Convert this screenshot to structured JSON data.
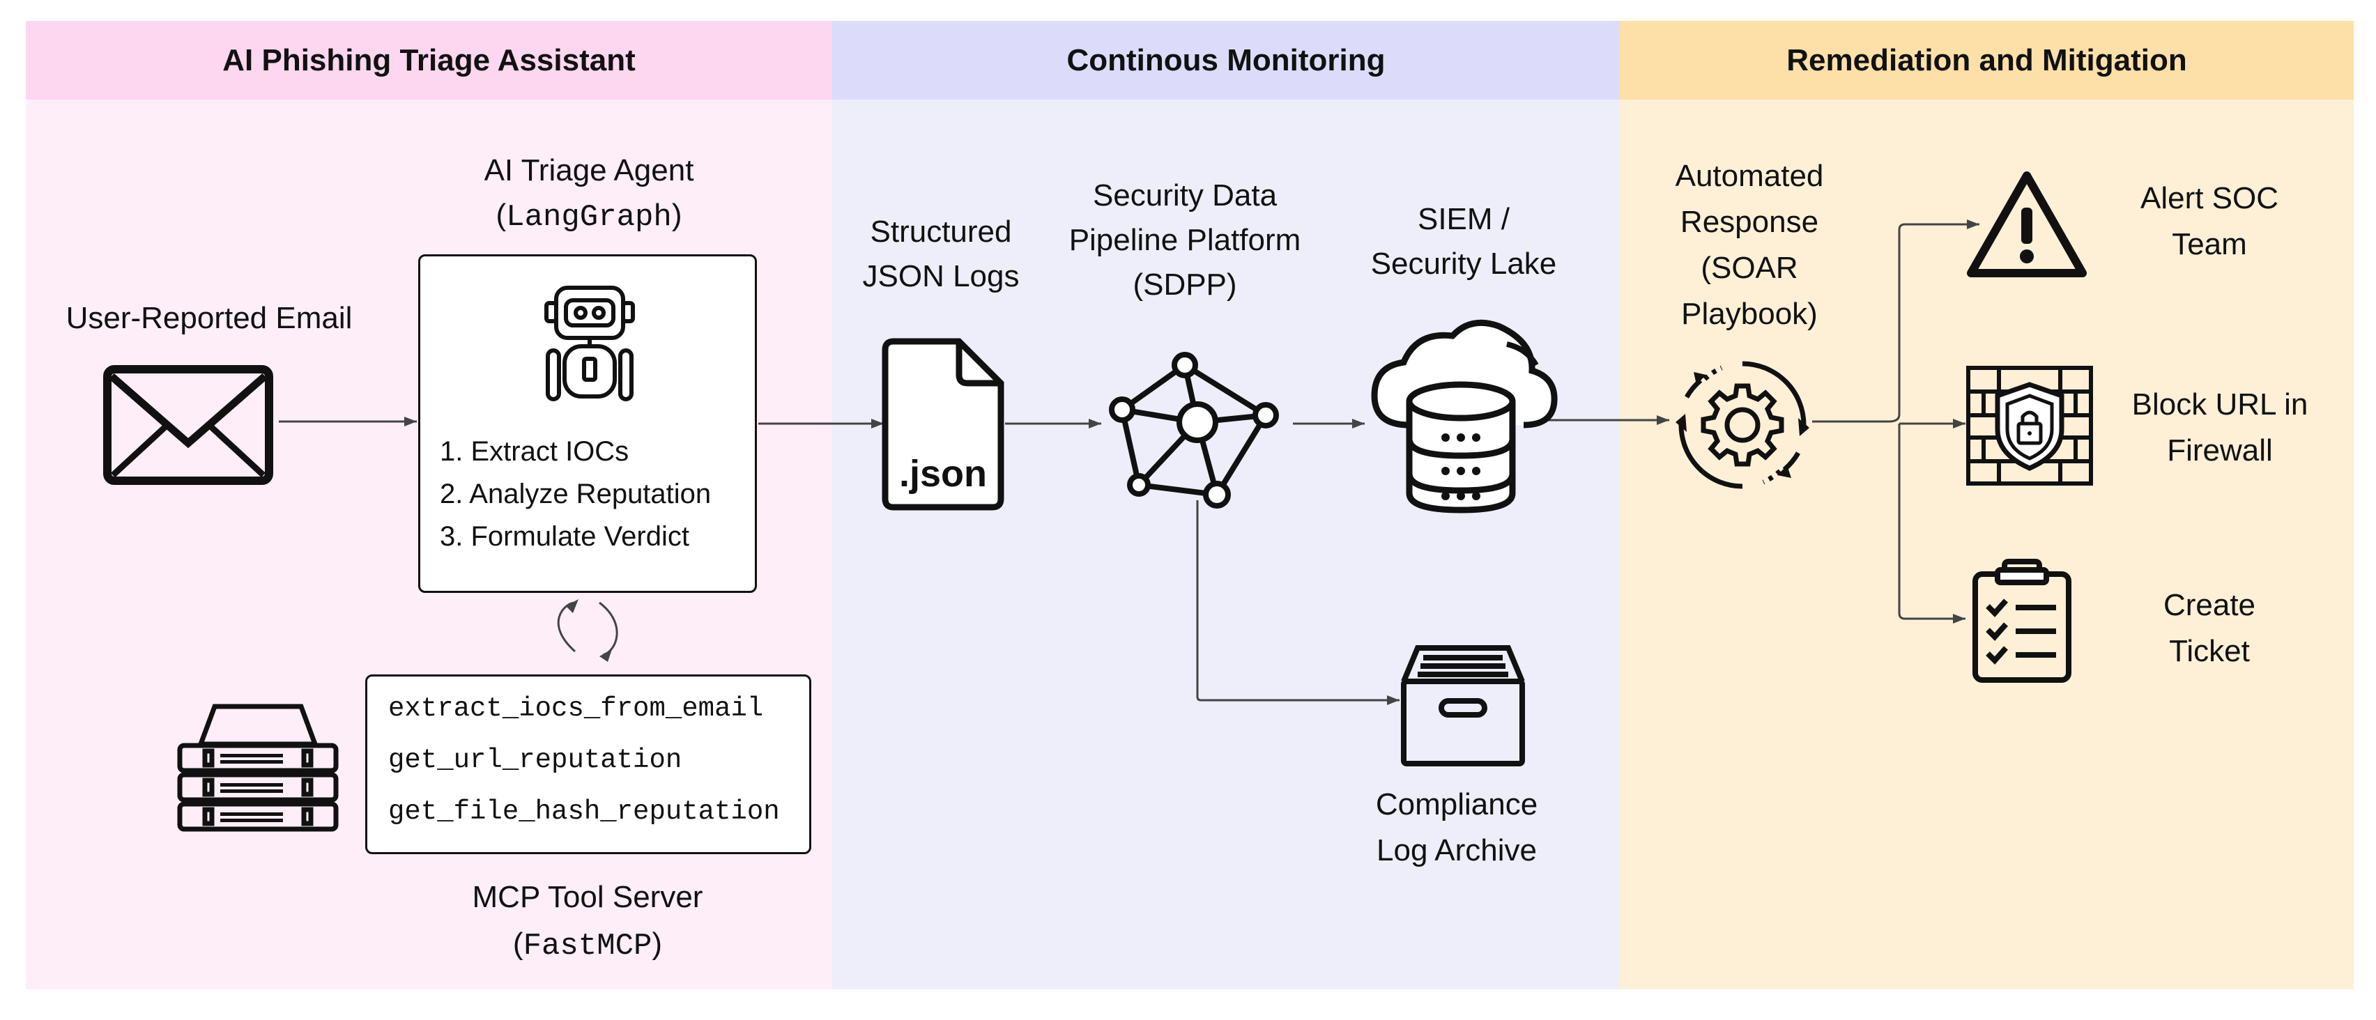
{
  "sections": [
    {
      "title": "AI Phishing Triage Assistant",
      "header_color": "#fdd6f0",
      "body_color": "#fdeef8"
    },
    {
      "title": "Continous Monitoring",
      "header_color": "#dcdcfa",
      "body_color": "#eeeefb"
    },
    {
      "title": "Remediation and Mitigation",
      "header_color": "#fde0a8",
      "body_color": "#fdf0d6"
    }
  ],
  "nodes": {
    "email": {
      "label": "User-Reported Email",
      "icon": "envelope-icon"
    },
    "agent": {
      "title": "AI Triage Agent",
      "subtitle": "LangGraph",
      "icon": "robot-icon",
      "steps": [
        "Extract IOCs",
        "Analyze Reputation",
        "Formulate Verdict"
      ]
    },
    "tools": {
      "items": [
        "extract_iocs_from_email",
        "get_url_reputation",
        "get_file_hash_reputation"
      ]
    },
    "mcp": {
      "title": "MCP Tool Server",
      "subtitle": "FastMCP",
      "icon": "server-stack-icon"
    },
    "json_logs": {
      "line1": "Structured",
      "line2": "JSON Logs",
      "file_text": ".json",
      "icon": "json-file-icon"
    },
    "sdpp": {
      "line1": "Security Data",
      "line2": "Pipeline Platform",
      "line3": "(SDPP)",
      "icon": "network-graph-icon"
    },
    "siem": {
      "line1": "SIEM /",
      "line2": "Security Lake",
      "icon": "cloud-database-icon"
    },
    "archive": {
      "line1": "Compliance",
      "line2": "Log Archive",
      "icon": "archive-box-icon"
    },
    "soar": {
      "line1": "Automated",
      "line2": "Response",
      "line3": "(SOAR",
      "line4": "Playbook)",
      "icon": "gear-cycle-icon"
    },
    "alert": {
      "line1": "Alert SOC",
      "line2": "Team",
      "icon": "warning-icon"
    },
    "block": {
      "line1": "Block URL in",
      "line2": "Firewall",
      "icon": "firewall-icon"
    },
    "ticket": {
      "line1": "Create",
      "line2": "Ticket",
      "icon": "clipboard-checklist-icon"
    }
  }
}
